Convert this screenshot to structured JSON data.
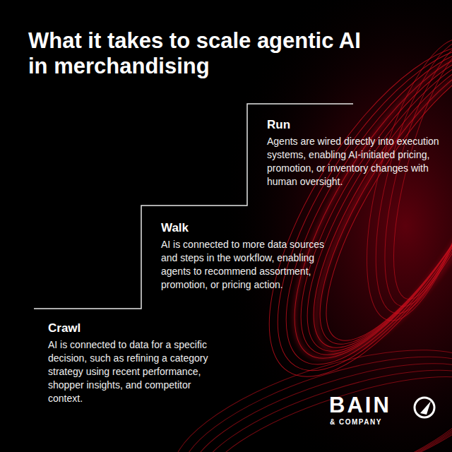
{
  "diagram": {
    "title": "What it takes to scale agentic AI in merchandising",
    "nodes": [
      {
        "text": [
          "Run",
          "Agents are wired directly into execution systems, enabling AI-initiated pricing, promotion, or inventory changes with human oversight."
        ]
      },
      {
        "text": [
          "Walk",
          "AI is connected to more data sources and steps in the workflow, enabling agents to recommend assortment, promotion, or pricing action."
        ]
      },
      {
        "text": [
          "Crawl",
          "AI is connected to data for a specific decision, such as refining a category strategy using recent performance, shopper insights, and competitor context."
        ]
      }
    ],
    "labels": [
      "BAIN",
      "& COMPANY"
    ]
  }
}
